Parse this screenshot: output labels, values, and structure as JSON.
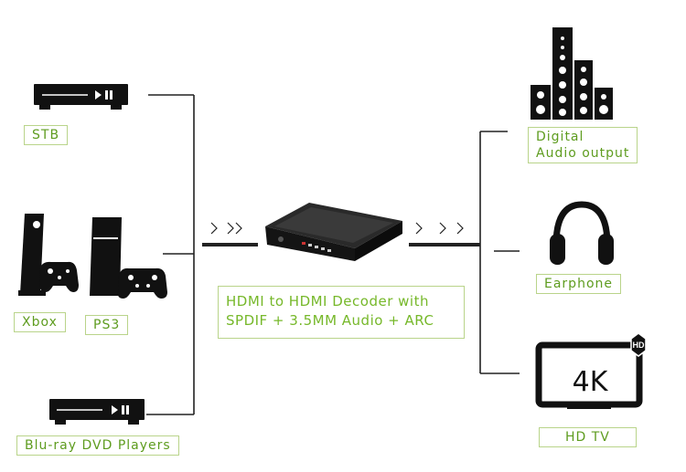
{
  "colors": {
    "label_green": "#5e9c1f",
    "label_border": "#b9d48a",
    "title_green": "#76b82a",
    "icon_black": "#111111",
    "line_black": "#222222"
  },
  "sources": {
    "stb": "STB",
    "xbox": "Xbox",
    "ps3": "PS3",
    "bluray": "Blu-ray DVD Players"
  },
  "outputs": {
    "digital_audio_line1": "Digital",
    "digital_audio_line2": "Audio output",
    "earphone": "Earphone",
    "hdtv": "HD TV"
  },
  "decoder": {
    "title_line1": "HDMI to HDMI Decoder with",
    "title_line2": "SPDIF + 3.5MM Audio + ARC"
  },
  "tv": {
    "screen_text": "4K",
    "badge": "HD"
  },
  "icons": [
    "stb-icon",
    "xbox-icon",
    "ps3-icon",
    "bluray-player-icon",
    "decoder-device-icon",
    "speaker-system-icon",
    "headphones-icon",
    "tv-icon"
  ]
}
